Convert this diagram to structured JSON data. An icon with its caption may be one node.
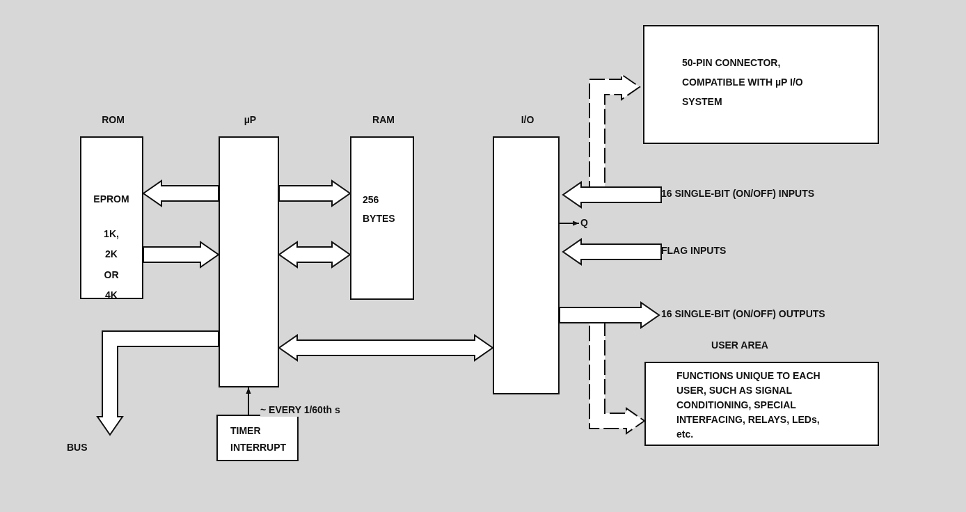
{
  "diagram": {
    "nodes": [
      {
        "text": [
          "ROM",
          "EPROM",
          "1K, 2K OR 4K"
        ]
      },
      {
        "text": [
          "µP"
        ]
      },
      {
        "text": [
          "RAM",
          "256 BYTES"
        ]
      },
      {
        "text": [
          "I/O"
        ]
      },
      {
        "text": [
          "50-PIN CONNECTOR, COMPATIBLE WITH µP I/O SYSTEM"
        ]
      },
      {
        "text": [
          "16 SINGLE-BIT (ON/OFF) INPUTS"
        ]
      },
      {
        "text": [
          "Q"
        ]
      },
      {
        "text": [
          "FLAG INPUTS"
        ]
      },
      {
        "text": [
          "16 SINGLE-BIT (ON/OFF) OUTPUTS"
        ]
      },
      {
        "text": [
          "USER AREA",
          "FUNCTIONS UNIQUE TO EACH USER, SUCH AS SIGNAL CONDITIONING, SPECIAL INTERFACING, RELAYS, LEDs, etc."
        ]
      },
      {
        "text": [
          "BUS"
        ]
      },
      {
        "text": [
          "TIMER INTERRUPT"
        ]
      }
    ],
    "edges": [
      {
        "from": 1,
        "to": 0,
        "arrow": "to",
        "style": "thick"
      },
      {
        "from": 0,
        "to": 1,
        "arrow": "to",
        "style": "thick"
      },
      {
        "from": 1,
        "to": 2,
        "arrow": "to",
        "style": "thick"
      },
      {
        "from": 1,
        "to": 2,
        "arrow": "both",
        "style": "thick"
      },
      {
        "from": 1,
        "to": 10,
        "arrow": "to",
        "style": "thick"
      },
      {
        "from": 1,
        "to": 3,
        "arrow": "both",
        "style": "thick"
      },
      {
        "from": 11,
        "to": 1,
        "arrow": "to",
        "label": "~ EVERY 1/60th s"
      },
      {
        "from": 5,
        "to": 3,
        "arrow": "to",
        "style": "thick"
      },
      {
        "from": 3,
        "to": 6,
        "arrow": "to"
      },
      {
        "from": 7,
        "to": 3,
        "arrow": "to",
        "style": "thick"
      },
      {
        "from": 3,
        "to": 8,
        "arrow": "to",
        "style": "thick"
      },
      {
        "from": 5,
        "to": 4,
        "arrow": "to",
        "style": "dashed"
      },
      {
        "from": 3,
        "to": 9,
        "arrow": "to",
        "style": "dashed"
      }
    ]
  }
}
